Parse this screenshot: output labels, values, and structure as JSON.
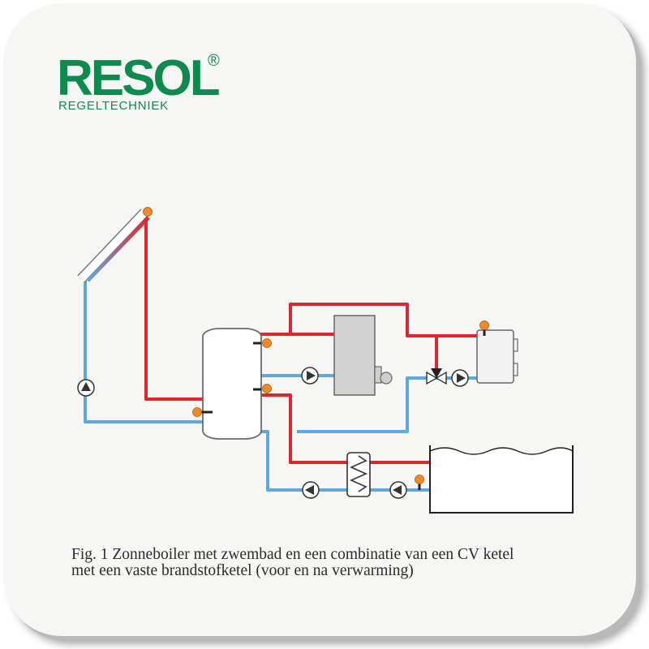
{
  "logo": {
    "brand": "RESOL",
    "registered_mark": "®",
    "tagline": "REGELTECHNIEK",
    "color": "#0f8a4e"
  },
  "colors": {
    "hot_pipe": "#e0262b",
    "cold_pipe": "#5fa8dc",
    "sensor": "#ef8a2a",
    "boiler_fill": "#d0d0d0",
    "pool_water": "#ffffff"
  },
  "components": [
    "solar-collector",
    "solar-pump",
    "storage-tank",
    "cv-boiler",
    "boiler-pump",
    "three-way-valve",
    "solid-fuel-boiler",
    "heating-pump",
    "heat-exchanger",
    "pool-pump-primary",
    "pool-pump-secondary",
    "swimming-pool"
  ],
  "caption": {
    "line1": "Fig. 1 Zonneboiler met zwembad en een combinatie van een CV ketel",
    "line2": "met een vaste brandstofketel (voor en na verwarming)"
  }
}
